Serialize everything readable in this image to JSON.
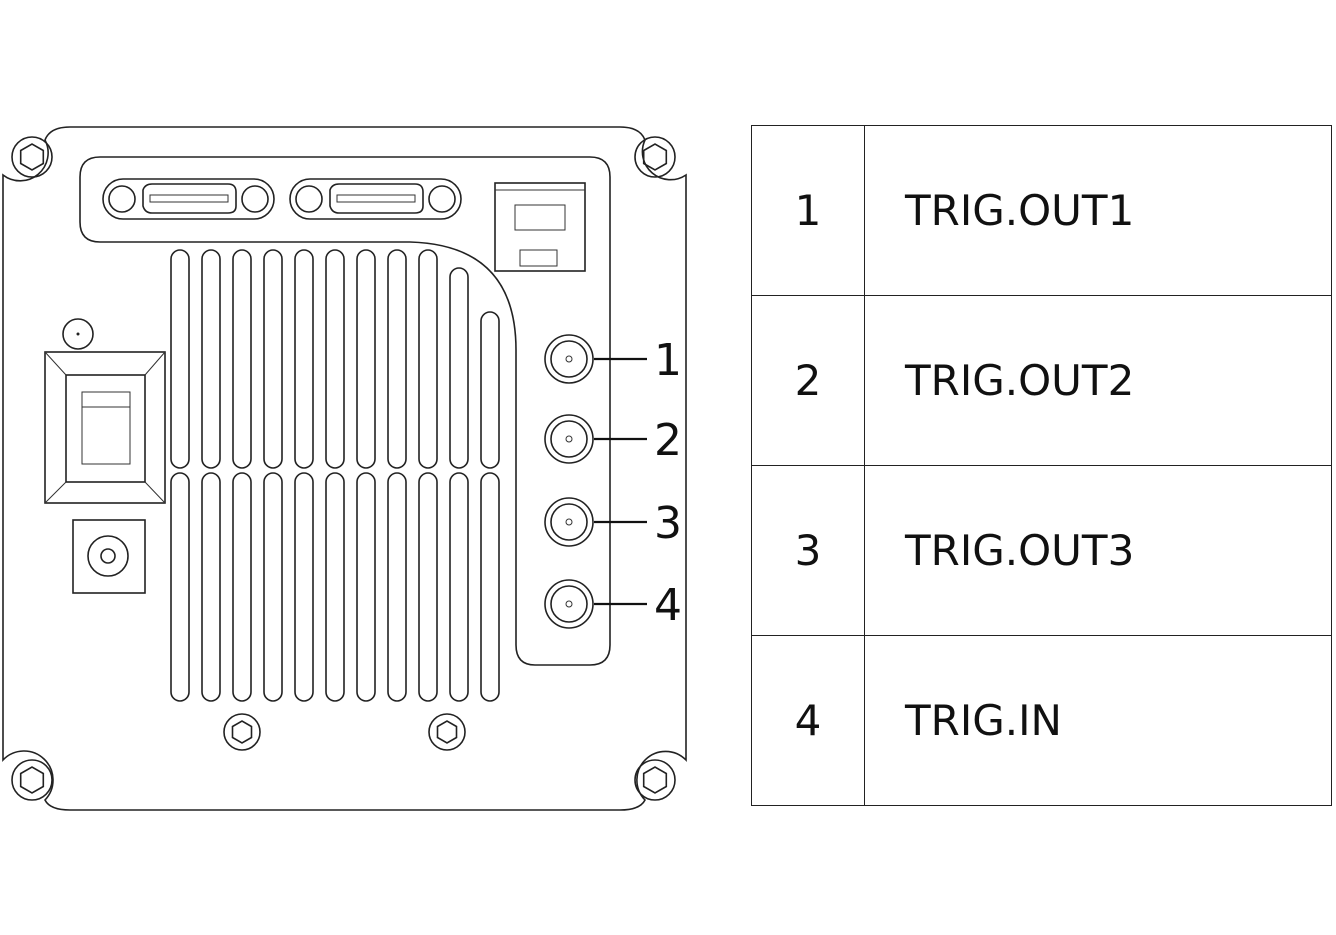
{
  "callouts": [
    "1",
    "2",
    "3",
    "4"
  ],
  "table": {
    "rows": [
      {
        "number": "1",
        "label": "TRIG.OUT1"
      },
      {
        "number": "2",
        "label": "TRIG.OUT2"
      },
      {
        "number": "3",
        "label": "TRIG.OUT3"
      },
      {
        "number": "4",
        "label": "TRIG.IN"
      }
    ]
  }
}
